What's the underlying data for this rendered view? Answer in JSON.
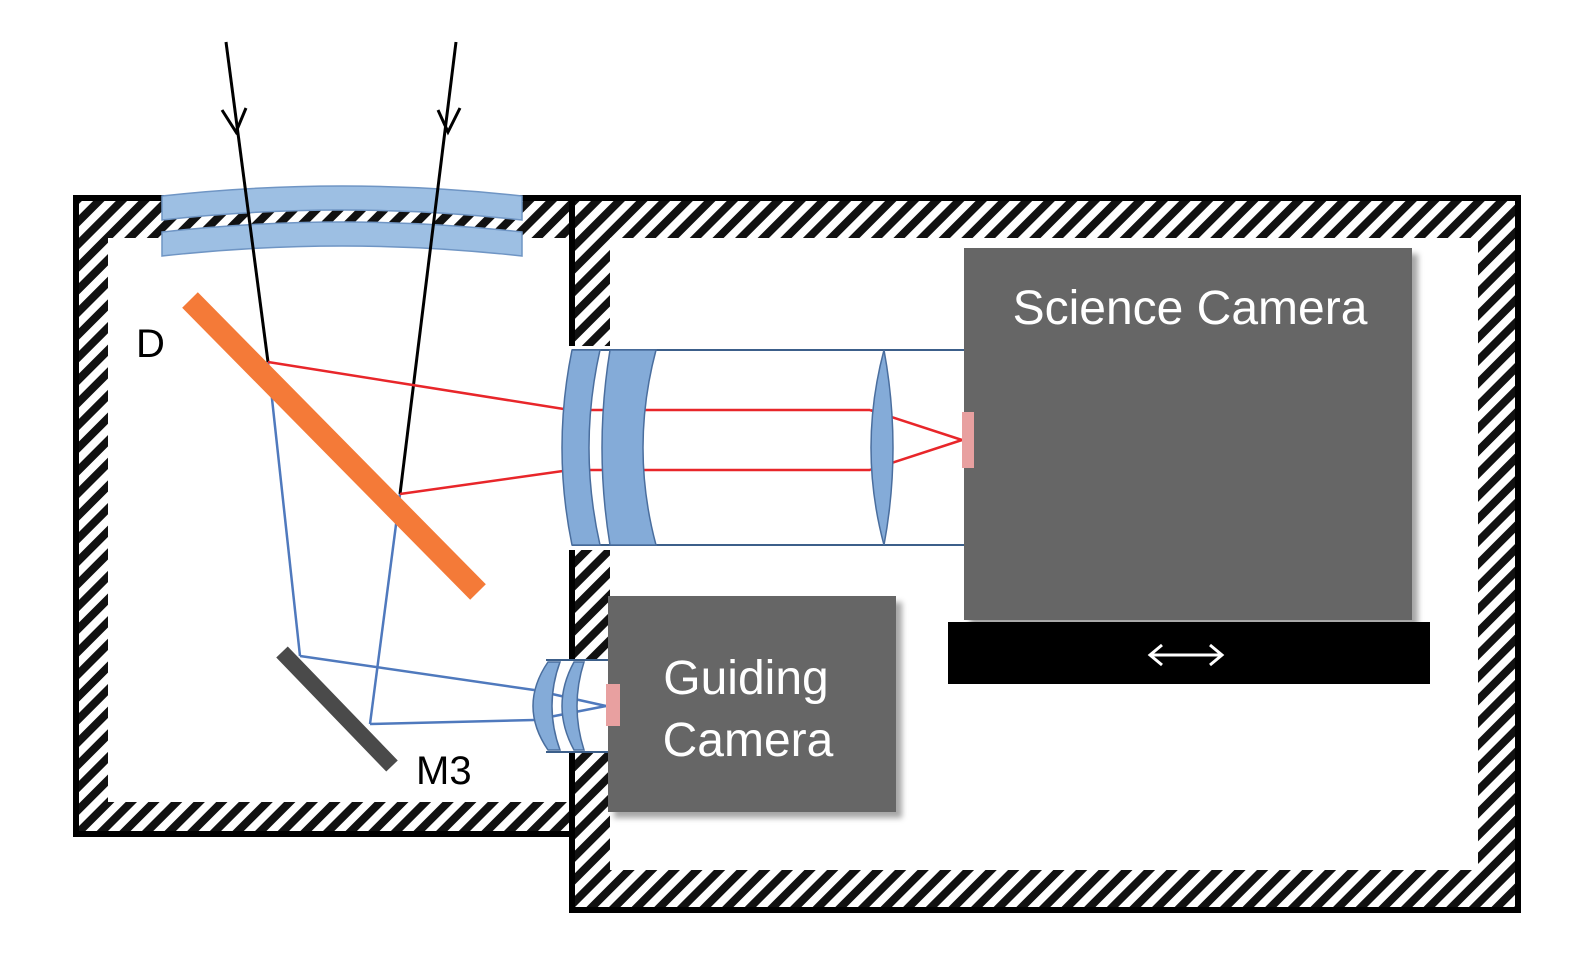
{
  "labels": {
    "dichroic": "D",
    "mirror": "M3",
    "science_camera": "Science Camera",
    "guiding_camera_line1": "Guiding",
    "guiding_camera_line2": "Camera",
    "stage_arrow": "↔"
  },
  "colors": {
    "background": "#ffffff",
    "hatch_dark": "#000000",
    "window_glass": "#9dbfe3",
    "lens_fill": "#84abd8",
    "lens_stroke": "#4a6e9e",
    "dichroic": "#f47a38",
    "mirror": "#4a4a4a",
    "red_ray": "#e8262a",
    "blue_ray": "#4f79bd",
    "incoming_ray": "#000000",
    "camera_body": "#666666",
    "camera_text": "#ffffff",
    "stage": "#000000",
    "detector": "#e8a0a0"
  },
  "icons": {
    "incoming_arrowhead": "arrow-down-icon",
    "stage_arrow": "double-arrow-horizontal-icon"
  }
}
